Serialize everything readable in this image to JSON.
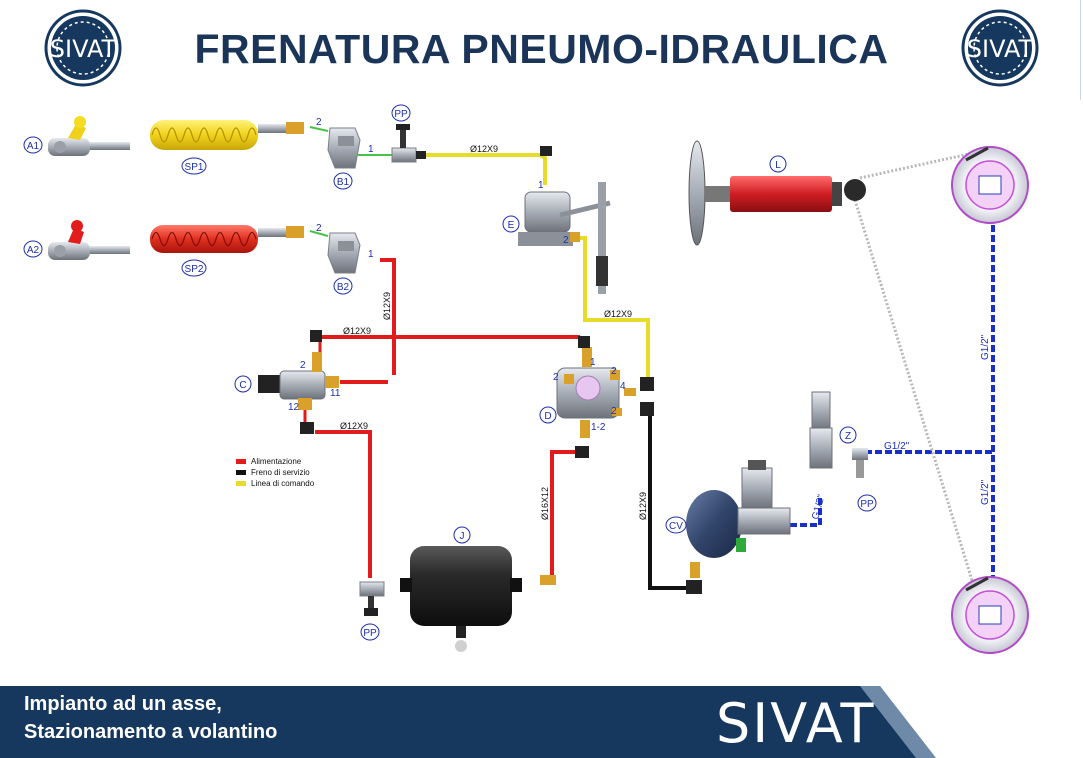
{
  "header": {
    "title": "FRENATURA PNEUMO-IDRAULICA",
    "logo_text": "SIVAT"
  },
  "footer": {
    "line1": "Impianto ad un asse,",
    "line2": "Stazionamento a volantino",
    "logo_text": "SIVAT"
  },
  "labels": {
    "A1": "A1",
    "A2": "A2",
    "SP1": "SP1",
    "SP2": "SP2",
    "B1": "B1",
    "B2": "B2",
    "PP": "PP",
    "E": "E",
    "L": "L",
    "C": "C",
    "D": "D",
    "J": "J",
    "CV": "CV",
    "Z": "Z"
  },
  "port_numbers": {
    "b1_in": "2",
    "b1_out": "1",
    "b2_in": "2",
    "b2_out": "1",
    "e_in": "1",
    "e_out": "2",
    "c_top": "2",
    "c_right": "11",
    "c_bottom": "12",
    "d_top": "1",
    "d_left": "2",
    "d_right_top": "2",
    "d_right_mid": "4",
    "d_right_bot": "2",
    "d_bottom": "1-2"
  },
  "pipe_labels": {
    "yellow_top": "Ø12X9",
    "red_vertical": "Ø12X9",
    "red_horizontal": "Ø12X9",
    "yellow_right": "Ø12X9",
    "red_to_tank": "Ø12X9",
    "tank_to_d": "Ø16X12",
    "black_vertical": "Ø12X9",
    "blue_cv": "G1/2\"",
    "blue_z": "G1/2\"",
    "blue_upper_vertical": "G1/2\"",
    "blue_lower_vertical": "G1/2\""
  },
  "legend": [
    {
      "label": "Alimentazione",
      "color": "#e21c1c"
    },
    {
      "label": "Freno di servizio",
      "color": "#111111"
    },
    {
      "label": "Linea di comando",
      "color": "#e8dc2a"
    }
  ],
  "colors": {
    "navy": "#16385f",
    "supply_red": "#e21c1c",
    "service_black": "#111111",
    "command_yellow": "#e8dc2a",
    "hydraulic_blue": "#1a2fc8",
    "label_blue": "#1d2fa8"
  }
}
